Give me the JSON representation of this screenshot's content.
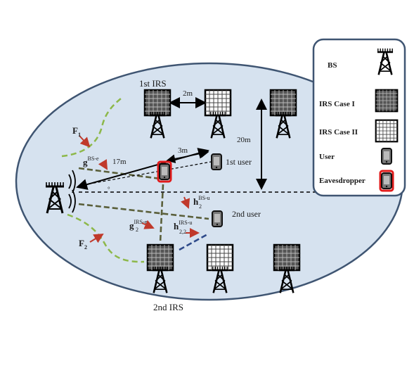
{
  "labels": {
    "irs1": "1st IRS",
    "irs2": "2nd  IRS",
    "user1": "1st user",
    "user2": "2nd user",
    "d2m": "2m",
    "d3m": "3m",
    "d17m": "17m",
    "d20m": "20m",
    "angle": "°"
  },
  "symbols": {
    "F1_main": "F",
    "F1_sub": "1",
    "F2_main": "F",
    "F2_sub": "2",
    "g1_main": "g",
    "g1_sup": "BS-e",
    "g2_main": "g",
    "g2_sub": "2",
    "g2_sup": "IRS-e",
    "h2_main": "h",
    "h2_sub": "2",
    "h2_sup": "BS-u",
    "h22_main": "h",
    "h22_sub": "2,2",
    "h22_sup": "IRS-u"
  },
  "legend": {
    "items": [
      {
        "label": "BS",
        "icon": "bs-tower-icon"
      },
      {
        "label": "IRS Case I",
        "icon": "irs-dark-icon"
      },
      {
        "label": "IRS Case II",
        "icon": "irs-light-icon"
      },
      {
        "label": "User",
        "icon": "user-phone-icon"
      },
      {
        "label": "Eavesdropper",
        "icon": "eavesdropper-phone-icon"
      }
    ]
  },
  "colors": {
    "ellipse_fill": "#d6e2ef",
    "outline": "#3f5572",
    "irs_dark": "#555555",
    "irs_light": "#ffffff",
    "eve_red": "#e01a1a",
    "arrow_red": "#c0392b",
    "green_dash": "#8db84a",
    "olive_dash": "#5a5f3a",
    "blue_dash": "#2e4a8a"
  }
}
